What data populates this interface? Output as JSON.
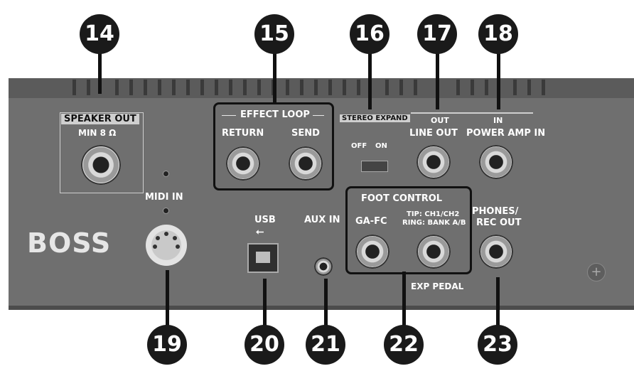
{
  "callouts": {
    "n14": "14",
    "n15": "15",
    "n16": "16",
    "n17": "17",
    "n18": "18",
    "n19": "19",
    "n20": "20",
    "n21": "21",
    "n22": "22",
    "n23": "23"
  },
  "labels": {
    "speaker_out": "SPEAKER OUT",
    "min_ohm": "MIN 8 Ω",
    "effect_loop": "EFFECT LOOP",
    "return": "RETURN",
    "send": "SEND",
    "stereo_expand": "STEREO EXPAND",
    "out": "OUT",
    "in": "IN",
    "line_out": "LINE OUT",
    "power_amp_in": "POWER AMP IN",
    "off": "OFF",
    "on": "ON",
    "midi_in": "MIDI IN",
    "usb": "USB",
    "usb_symbol": "⭠",
    "aux_in": "AUX IN",
    "foot_control": "FOOT CONTROL",
    "ga_fc": "GA-FC",
    "tip": "TIP: CH1/CH2",
    "ring": "RING: BANK A/B",
    "exp_pedal": "EXP PEDAL",
    "phones_rec_out_1": "PHONES/",
    "phones_rec_out_2": "REC OUT",
    "brand": "BOSS"
  },
  "colors": {
    "panel": "#6f6f6f",
    "badge": "#1a1a1a",
    "label": "#ffffff"
  }
}
